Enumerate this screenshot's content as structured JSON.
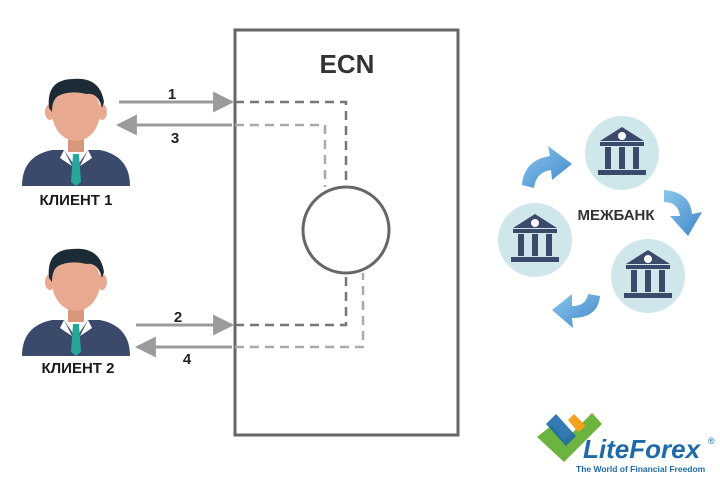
{
  "ecn": {
    "label": "ECN"
  },
  "clients": [
    {
      "label": "КЛИЕНТ 1"
    },
    {
      "label": "КЛИЕНТ 2"
    }
  ],
  "steps": [
    "1",
    "3",
    "2",
    "4"
  ],
  "interbank": {
    "label": "МЕЖБАНК"
  },
  "logo": {
    "brand": "LiteForex",
    "registered": "®",
    "tagline": "The World of Financial Freedom"
  },
  "colors": {
    "arrow": "#9b9b9b",
    "box": "#666666",
    "dash": "#8a8a8a",
    "suit": "#3b4a6b",
    "skin": "#e7a990",
    "hair": "#1c2b36",
    "tie": "#25a89a",
    "bank_bg": "#cfe7eb",
    "bank_building": "#3b4a6b",
    "cycle_arrow": "#5aa0d8",
    "logo_green": "#6cb33f",
    "logo_blue": "#1e6aa8",
    "logo_orange": "#f3a21b"
  }
}
